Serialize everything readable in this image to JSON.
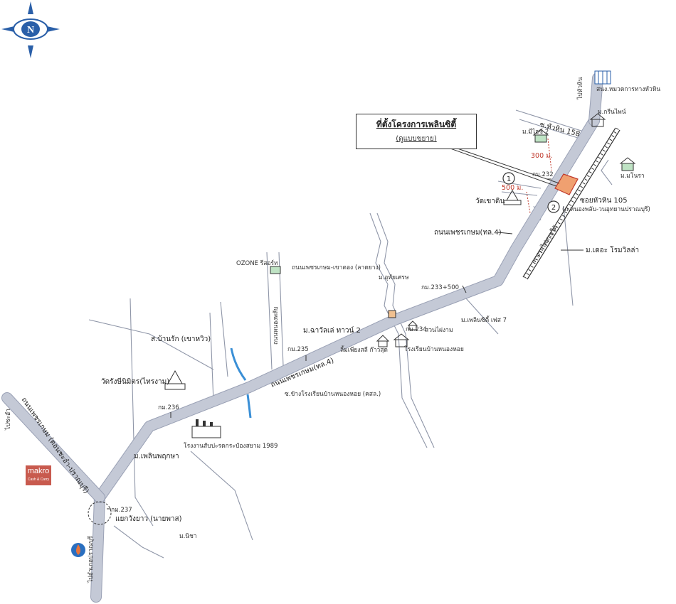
{
  "compass": {
    "letter": "N",
    "icon": "compass-rose-icon"
  },
  "title": {
    "line1": "ที่ตั้งโครงการเพลินซิตี้",
    "line2": "(ดูแบบขยาย)"
  },
  "markers": {
    "one": "1",
    "two": "2"
  },
  "distances": {
    "d300": "300 ม.",
    "d500": "500 ม."
  },
  "brand": {
    "makro_name": "makro",
    "makro_sub": "Cash & Carry"
  },
  "labels": {
    "to_hua_hin": "ไปหัวหิน",
    "hua_hin_office": "สนง.หมวดการทางหัวหิน",
    "green_valley": "ม.กรีนไพน์",
    "mi_ty2": "ม.มีไอซ์ 2",
    "soi_158": "ซ.หัวหิน 158",
    "km232": "กม.232",
    "m_mayra": "ม.มโนรา",
    "wat_khao_din": "วัดเขาดิน",
    "soi_105": "ซอยหัวหิน 105",
    "soi_105_sub": "(ถ.หนองพลับ-วนอุทยานปราณบุรี)",
    "phetkasem_4": "ถนนเพชรเกษม(ทล.4)",
    "railway": "ทางรถไฟสายใต้",
    "m_the_roma": "ม.เดอะ โรมวิลล่า",
    "ozone": "OZONE รีสอร์ท",
    "phetkasem_khao_tao": "ถนนเพชรเกษม-เขาตอง (ลาดยาง)",
    "m_uthai": "ม.อุทัยเศรษ",
    "km233": "กม.233+500",
    "road_nongplab": "ถนนหนองพลับ",
    "m_chalet": "ม.ฉาวัลเล่ ทาวน์ 2",
    "km234": "กม.234",
    "suan_luang": "สวนไผ่งาม",
    "m_plern_city7": "ม.เพลินซิตี้ เฟส 7",
    "km235": "กม.235",
    "lim_kuang": "ลิ้มเพียงสลี ก๊าวสุด",
    "school_nong_hoi": "โรงเรียนบ้านหนองหอย",
    "phetkasem_road": "ถนนเพชรเกษม(ทล.4)",
    "soi_nong_hoi": "ซ.ข้างโรงเรียนบ้านหนองหอย (คสล.)",
    "ban_rak": "ส.บ้านรัก (เขาหวิว)",
    "wat_chai": "วัดรังษีนิมิตร(ไทรงาม)",
    "km236": "กม.236",
    "factory": "โรงงานสับปะรดกระป๋องสยาม 1989",
    "m_plern_phruksa": "ม.เพลินพฤกษา",
    "phetkasem_left": "ถนนเพชรเกษม (ตอนชะอำ-ปราณบุรี)",
    "to_pranburi": "ไปชะอำ",
    "km237": "กม.237",
    "intersection": "แยกวังยาว (นายพาส)",
    "m_nisa": "ม.นิชา",
    "to_pranburi_bottom": "ไปอำเภอปราณบุรี"
  },
  "colors": {
    "road": "#c4c9d6",
    "road_edge": "#9aa1b5",
    "site": "#f0a070",
    "water": "#3a8fd6",
    "makro": "#c85a4e",
    "ptt_blue": "#2a6fc0"
  }
}
